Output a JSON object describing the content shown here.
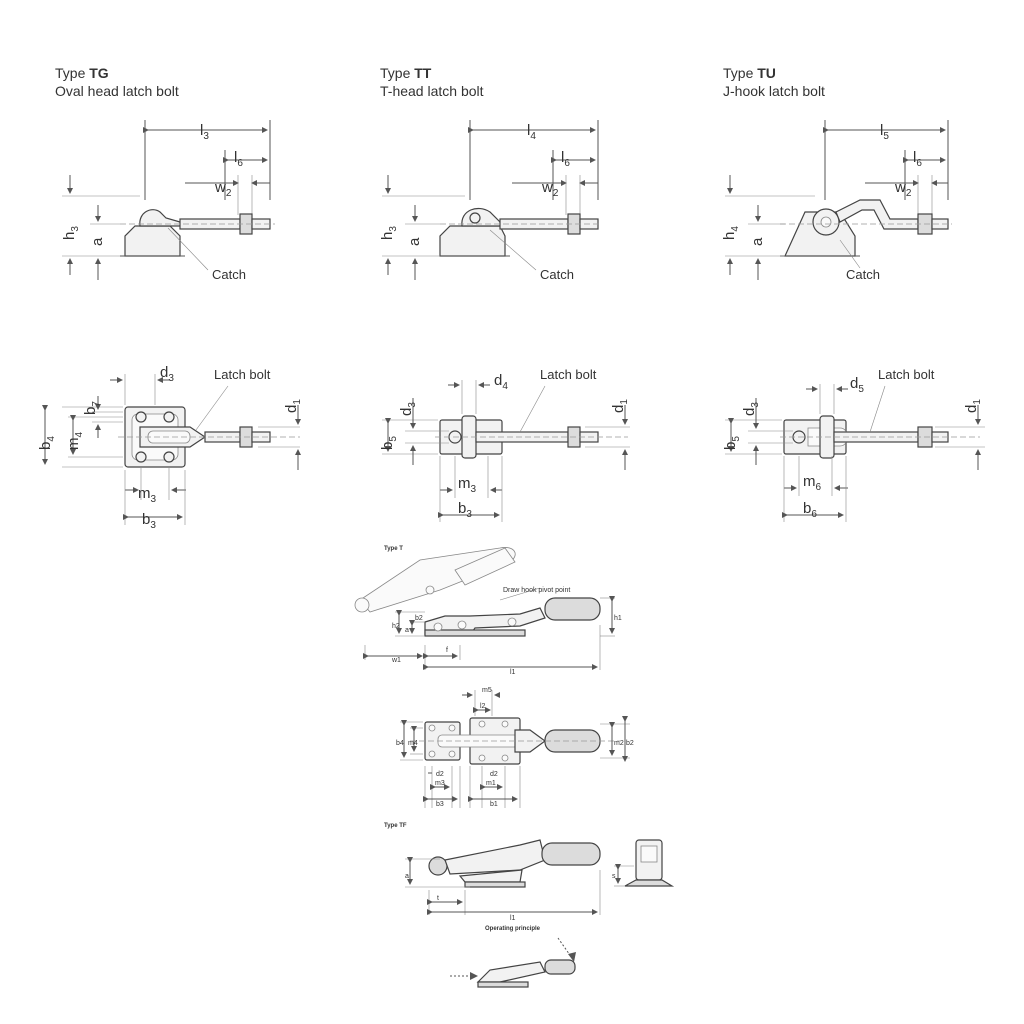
{
  "types": [
    {
      "prefix": "Type ",
      "code": "TG",
      "name": "Oval head latch bolt"
    },
    {
      "prefix": "Type ",
      "code": "TT",
      "name": "T-head latch bolt"
    },
    {
      "prefix": "Type ",
      "code": "TU",
      "name": "J-hook latch bolt"
    }
  ],
  "side_dims": {
    "tg": {
      "l": "l",
      "lsub": "3",
      "l6": "l",
      "l6sub": "6",
      "w": "w",
      "wsub": "2",
      "h": "h",
      "hsub": "3",
      "a": "a",
      "catch": "Catch"
    },
    "tt": {
      "l": "l",
      "lsub": "4",
      "l6": "l",
      "l6sub": "6",
      "w": "w",
      "wsub": "2",
      "h": "h",
      "hsub": "3",
      "a": "a",
      "catch": "Catch"
    },
    "tu": {
      "l": "l",
      "lsub": "5",
      "l6": "l",
      "l6sub": "6",
      "w": "w",
      "wsub": "2",
      "h": "h",
      "hsub": "4",
      "a": "a",
      "catch": "Catch"
    }
  },
  "top_dims": {
    "tg": {
      "d": "d",
      "dsub": "3",
      "b7": "b",
      "b7sub": "7",
      "b4": "b",
      "b4sub": "4",
      "m4": "m",
      "m4sub": "4",
      "m3": "m",
      "m3sub": "3",
      "b3": "b",
      "b3sub": "3",
      "d1": "d",
      "d1sub": "1",
      "latch": "Latch bolt"
    },
    "tt": {
      "d3": "d",
      "d3sub": "3",
      "d4": "d",
      "d4sub": "4",
      "b5": "b",
      "b5sub": "5",
      "m3": "m",
      "m3sub": "3",
      "b3": "b",
      "b3sub": "3",
      "d1": "d",
      "d1sub": "1",
      "latch": "Latch bolt"
    },
    "tu": {
      "d3": "d",
      "d3sub": "3",
      "d5": "d",
      "d5sub": "5",
      "b5": "b",
      "b5sub": "5",
      "m6": "m",
      "m6sub": "6",
      "b6": "b",
      "b6sub": "6",
      "d1": "d",
      "d1sub": "1",
      "latch": "Latch bolt"
    }
  },
  "small": {
    "type_t": "Type T",
    "pivot": "Draw hook pivot point",
    "h1": "h1",
    "h2": "h2",
    "a": "a",
    "b2": "b2",
    "w1": "w1",
    "f": "f",
    "l1": "l1",
    "m5": "m5",
    "l2": "l2",
    "b4": "b4",
    "m4": "m4",
    "m2": "m2",
    "b2r": "b2",
    "d2": "d2",
    "d2b": "d2",
    "m3": "m3",
    "b3": "b3",
    "m1": "m1",
    "b1": "b1",
    "type_tf": "Type TF",
    "tf_a": "a",
    "tf_t": "t",
    "tf_l1": "l1",
    "tf_s": "s",
    "operating": "Operating principle"
  }
}
